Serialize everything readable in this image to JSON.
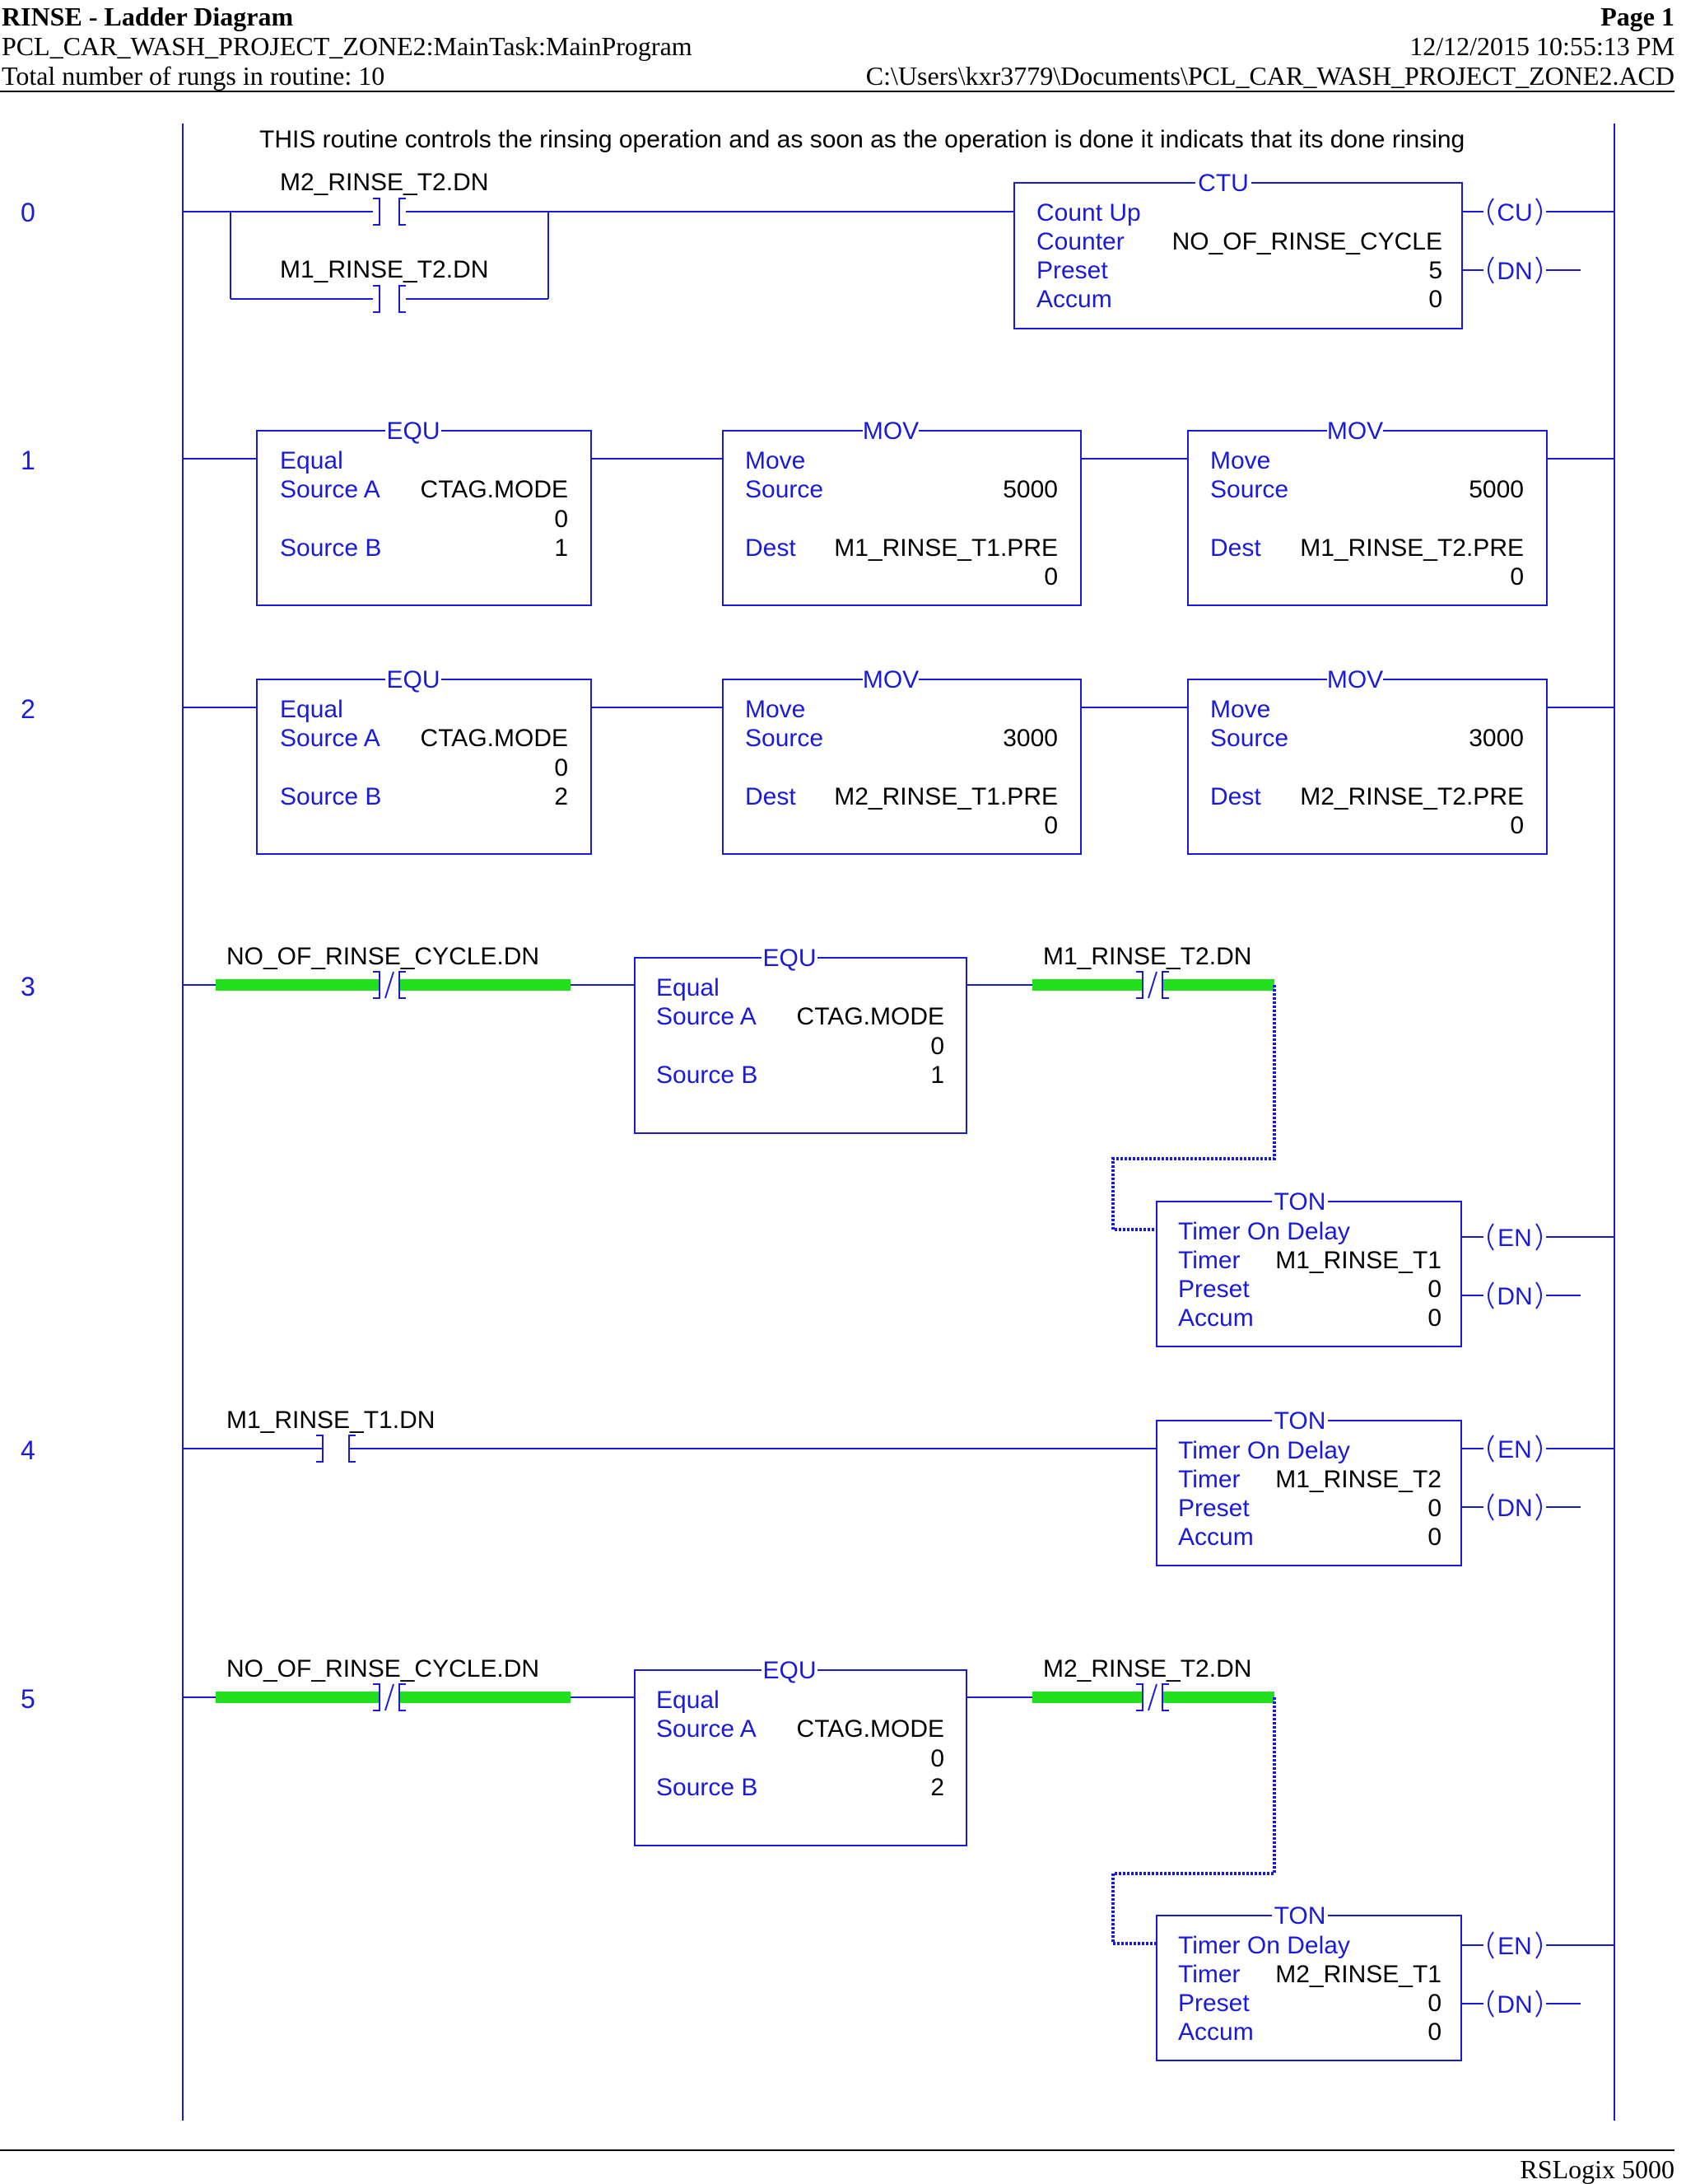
{
  "header": {
    "title": "RINSE - Ladder Diagram",
    "page": "Page 1",
    "program_path": "PCL_CAR_WASH_PROJECT_ZONE2:MainTask:MainProgram",
    "timestamp": "12/12/2015 10:55:13 PM",
    "rung_count": "Total number of rungs in routine: 10",
    "file_path": "C:\\Users\\kxr3779\\Documents\\PCL_CAR_WASH_PROJECT_ZONE2.ACD"
  },
  "comment": "THIS routine controls the rinsing operation and as soon as the operation is done it indicats that its done rinsing",
  "rungs": [
    {
      "number": "0",
      "contacts": [
        "M2_RINSE_T2.DN",
        "M1_RINSE_T2.DN"
      ],
      "ctu": {
        "type": "CTU",
        "title": "Count Up",
        "counter_label": "Counter",
        "counter": "NO_OF_RINSE_CYCLE",
        "preset_label": "Preset",
        "preset": "5",
        "accum_label": "Accum",
        "accum": "0",
        "coils": [
          "CU",
          "DN"
        ]
      }
    },
    {
      "number": "1",
      "equ": {
        "type": "EQU",
        "title": "Equal",
        "a_label": "Source A",
        "a": "CTAG.MODE",
        "a_val": "0",
        "b_label": "Source B",
        "b": "1"
      },
      "movs": [
        {
          "type": "MOV",
          "title": "Move",
          "src_label": "Source",
          "src": "5000",
          "dest_label": "Dest",
          "dest": "M1_RINSE_T1.PRE",
          "dest_val": "0"
        },
        {
          "type": "MOV",
          "title": "Move",
          "src_label": "Source",
          "src": "5000",
          "dest_label": "Dest",
          "dest": "M1_RINSE_T2.PRE",
          "dest_val": "0"
        }
      ]
    },
    {
      "number": "2",
      "equ": {
        "type": "EQU",
        "title": "Equal",
        "a_label": "Source A",
        "a": "CTAG.MODE",
        "a_val": "0",
        "b_label": "Source B",
        "b": "2"
      },
      "movs": [
        {
          "type": "MOV",
          "title": "Move",
          "src_label": "Source",
          "src": "3000",
          "dest_label": "Dest",
          "dest": "M2_RINSE_T1.PRE",
          "dest_val": "0"
        },
        {
          "type": "MOV",
          "title": "Move",
          "src_label": "Source",
          "src": "3000",
          "dest_label": "Dest",
          "dest": "M2_RINSE_T2.PRE",
          "dest_val": "0"
        }
      ]
    },
    {
      "number": "3",
      "contact1": "NO_OF_RINSE_CYCLE.DN",
      "contact2": "M1_RINSE_T2.DN",
      "equ": {
        "type": "EQU",
        "title": "Equal",
        "a_label": "Source A",
        "a": "CTAG.MODE",
        "a_val": "0",
        "b_label": "Source B",
        "b": "1"
      },
      "ton": {
        "type": "TON",
        "title": "Timer On Delay",
        "timer_label": "Timer",
        "timer": "M1_RINSE_T1",
        "preset_label": "Preset",
        "preset": "0",
        "accum_label": "Accum",
        "accum": "0",
        "coils": [
          "EN",
          "DN"
        ]
      }
    },
    {
      "number": "4",
      "contact": "M1_RINSE_T1.DN",
      "ton": {
        "type": "TON",
        "title": "Timer On Delay",
        "timer_label": "Timer",
        "timer": "M1_RINSE_T2",
        "preset_label": "Preset",
        "preset": "0",
        "accum_label": "Accum",
        "accum": "0",
        "coils": [
          "EN",
          "DN"
        ]
      }
    },
    {
      "number": "5",
      "contact1": "NO_OF_RINSE_CYCLE.DN",
      "contact2": "M2_RINSE_T2.DN",
      "equ": {
        "type": "EQU",
        "title": "Equal",
        "a_label": "Source A",
        "a": "CTAG.MODE",
        "a_val": "0",
        "b_label": "Source B",
        "b": "2"
      },
      "ton": {
        "type": "TON",
        "title": "Timer On Delay",
        "timer_label": "Timer",
        "timer": "M2_RINSE_T1",
        "preset_label": "Preset",
        "preset": "0",
        "accum_label": "Accum",
        "accum": "0",
        "coils": [
          "EN",
          "DN"
        ]
      }
    }
  ],
  "footer": "RSLogix 5000",
  "colors": {
    "ladder": "#1a1adb",
    "energized": "#22e01e"
  }
}
